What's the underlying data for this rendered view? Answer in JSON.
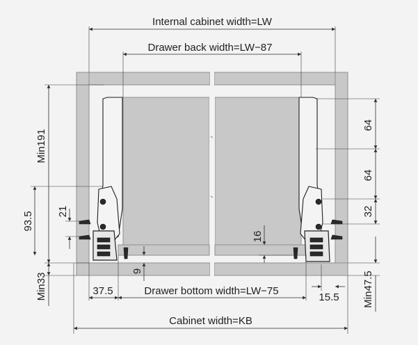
{
  "labels": {
    "internal_width": "Internal cabinet width=LW",
    "back_width": "Drawer back width=LW−87",
    "bottom_width": "Drawer bottom width=LW−75",
    "cabinet_width": "Cabinet width=KB",
    "min191": "Min191",
    "d93_5": "93.5",
    "d21": "21",
    "min33": "Min33",
    "d64_top": "64",
    "d64_mid": "64",
    "d32": "32",
    "min47_5": "Min47.5",
    "d16": "16",
    "d9": "9",
    "d37_5": "37.5",
    "d15_5": "15.5"
  },
  "colors": {
    "panel": "#c8c8c8",
    "line": "#2b2b2b",
    "background": "#f3f3f3"
  }
}
